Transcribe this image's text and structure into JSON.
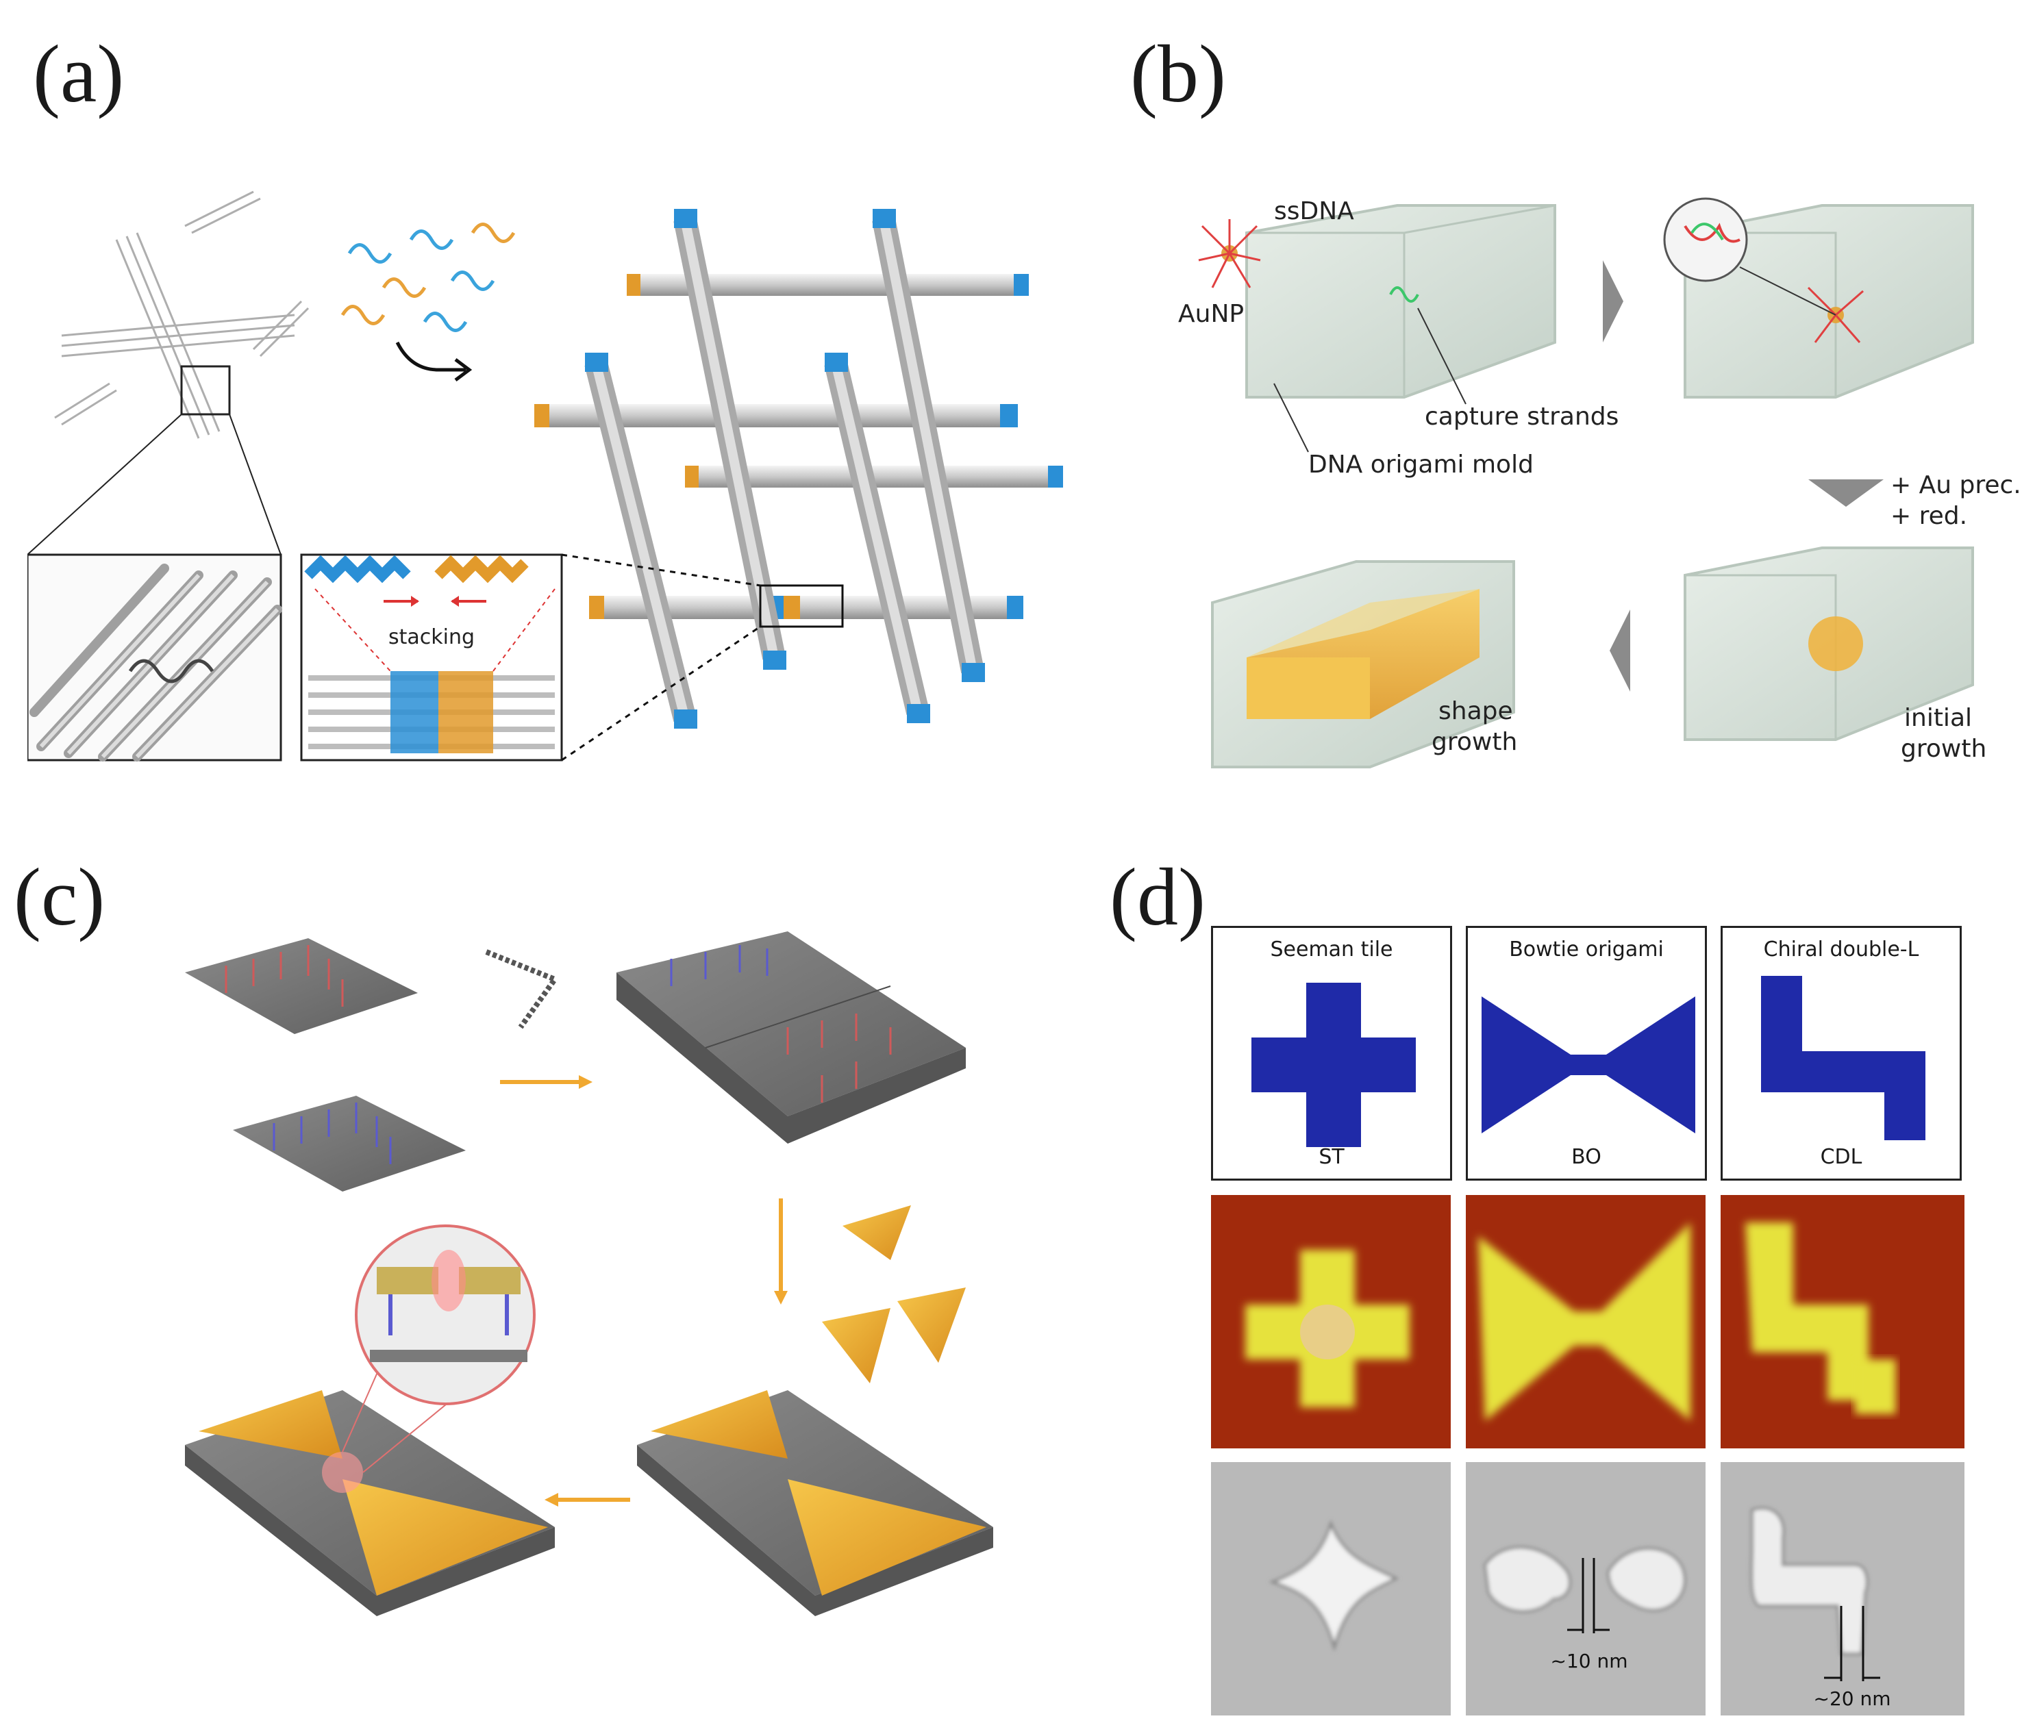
{
  "panels": {
    "a": {
      "label": "(a)",
      "stacking_text": "stacking"
    },
    "b": {
      "label": "(b)",
      "ssdna": "ssDNA",
      "aunp": "AuNP",
      "capture": "capture strands",
      "mold": "DNA origami mold",
      "au_prec": "+ Au prec.",
      "red": "+ red.",
      "shape": "shape",
      "growth1": "growth",
      "initial": "initial",
      "growth2": "growth"
    },
    "c": {
      "label": "(c)"
    },
    "d": {
      "label": "(d)",
      "tiles": [
        {
          "title": "Seeman tile",
          "abbr": "ST"
        },
        {
          "title": "Bowtie origami",
          "abbr": "BO"
        },
        {
          "title": "Chiral double-L",
          "abbr": "CDL"
        }
      ],
      "gap_bo": "~10 nm",
      "gap_cdl": "~20 nm"
    }
  },
  "colors": {
    "blue_end": "#2a8fd6",
    "orange_end": "#e29a2b",
    "gold": "#f0b23a",
    "tile_blue": "#1f2aa8",
    "afm_bg": "#a12a0c",
    "afm_fg": "#e6e23c",
    "sem_bg": "#b9b9b9"
  }
}
